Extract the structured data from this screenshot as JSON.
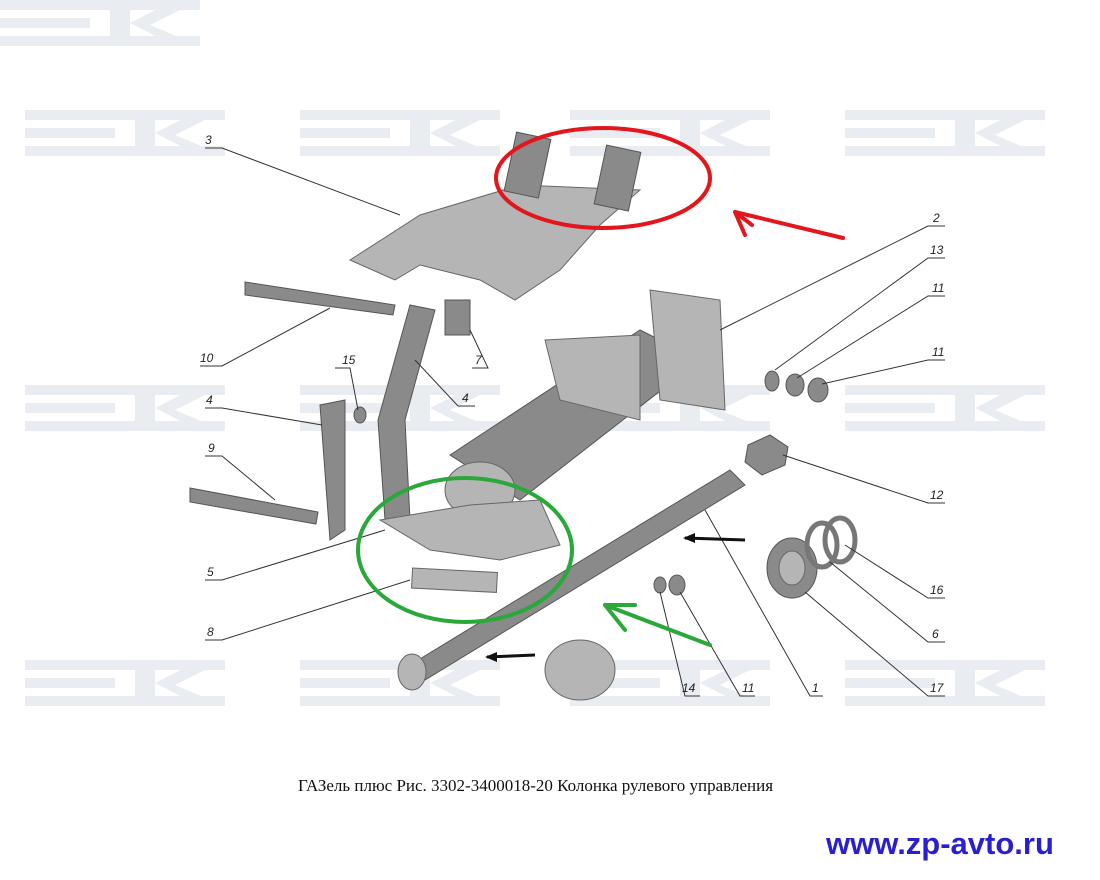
{
  "watermark": "ЗК",
  "labels": [
    "3",
    "2",
    "13",
    "11",
    "11",
    "12",
    "16",
    "6",
    "17",
    "1",
    "11",
    "14",
    "10",
    "15",
    "7",
    "4",
    "4",
    "9",
    "5",
    "8"
  ],
  "caption": "ГАЗель плюс Рис. 3302-3400018-20 Колонка рулевого управления",
  "site": "www.zp-avto.ru",
  "colors": {
    "highlight_red": "#e3161b",
    "highlight_green": "#2aa83a",
    "site": "#2a1fd0"
  }
}
